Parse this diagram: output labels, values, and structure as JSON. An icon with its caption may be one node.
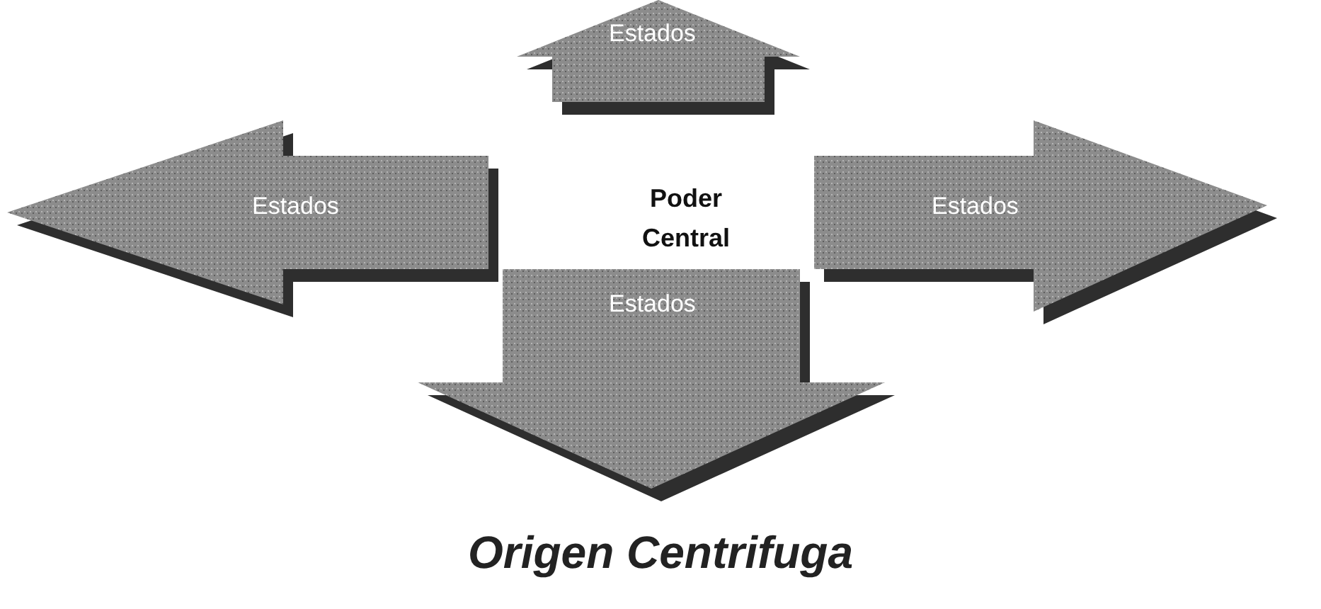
{
  "diagram": {
    "caption": "Origen Centrifuga",
    "nodes": [
      {
        "text": [
          "Estados"
        ]
      },
      {
        "text": [
          "Estados"
        ]
      },
      {
        "text": [
          "Poder Central"
        ]
      },
      {
        "text": [
          "Estados"
        ]
      },
      {
        "text": [
          "Estados"
        ]
      }
    ]
  }
}
